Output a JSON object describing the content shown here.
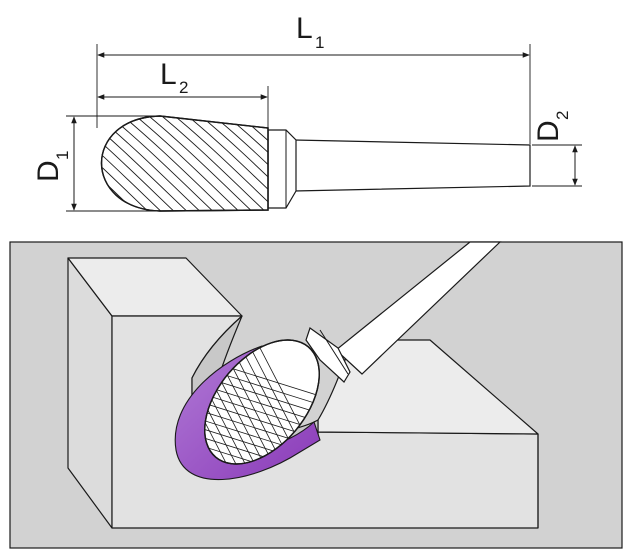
{
  "dimensions": {
    "L1": {
      "letter": "L",
      "sub": "1"
    },
    "L2": {
      "letter": "L",
      "sub": "2"
    },
    "D1": {
      "letter": "D",
      "sub": "1"
    },
    "D2": {
      "letter": "D",
      "sub": "2"
    }
  },
  "colors": {
    "line": "#1a1a1a",
    "panel_bg": "#d2d2d2",
    "block_light": "#ececec",
    "block_mid": "#dedede",
    "block_dark": "#c4c4c4",
    "cut_purple": "#8a3ab8",
    "cut_purple_light": "#b07ad6"
  }
}
